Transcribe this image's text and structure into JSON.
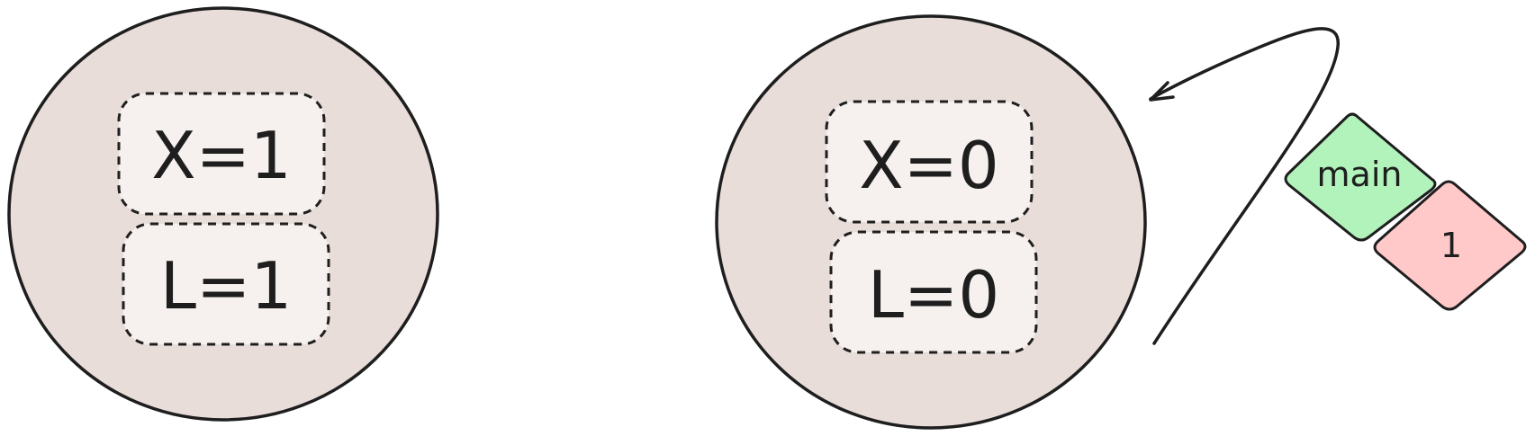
{
  "colors": {
    "ellipse_fill": "#e8ddd9",
    "box_fill": "#f6f0ee",
    "stroke": "#1e1e1e",
    "main_tag_fill": "#b2f2bb",
    "one_tag_fill": "#ffc9c9"
  },
  "left_state": {
    "x_label": "X=1",
    "l_label": "L=1"
  },
  "right_state": {
    "x_label": "X=0",
    "l_label": "L=0"
  },
  "tags": {
    "main": "main",
    "one": "1"
  }
}
